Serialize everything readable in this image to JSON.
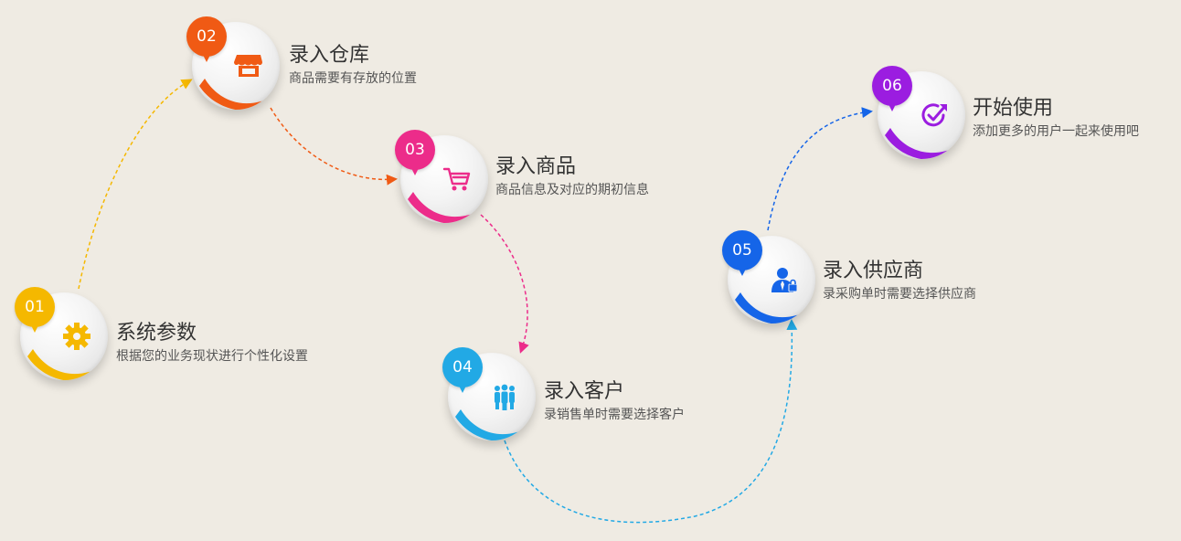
{
  "steps": [
    {
      "num": "01",
      "title": "系统参数",
      "desc": "根据您的业务现状进行个性化设置",
      "color": "#f5b800",
      "icon": "gear-icon"
    },
    {
      "num": "02",
      "title": "录入仓库",
      "desc": "商品需要有存放的位置",
      "color": "#f05a14",
      "icon": "storefront-icon"
    },
    {
      "num": "03",
      "title": "录入商品",
      "desc": "商品信息及对应的期初信息",
      "color": "#ec2c8a",
      "icon": "cart-icon"
    },
    {
      "num": "04",
      "title": "录入客户",
      "desc": "录销售单时需要选择客户",
      "color": "#22a9e5",
      "icon": "people-icon"
    },
    {
      "num": "05",
      "title": "录入供应商",
      "desc": "录采购单时需要选择供应商",
      "color": "#1565e8",
      "icon": "supplier-icon"
    },
    {
      "num": "06",
      "title": "开始使用",
      "desc": "添加更多的用户一起来使用吧",
      "color": "#9b1de0",
      "icon": "check-arrow-icon"
    }
  ]
}
